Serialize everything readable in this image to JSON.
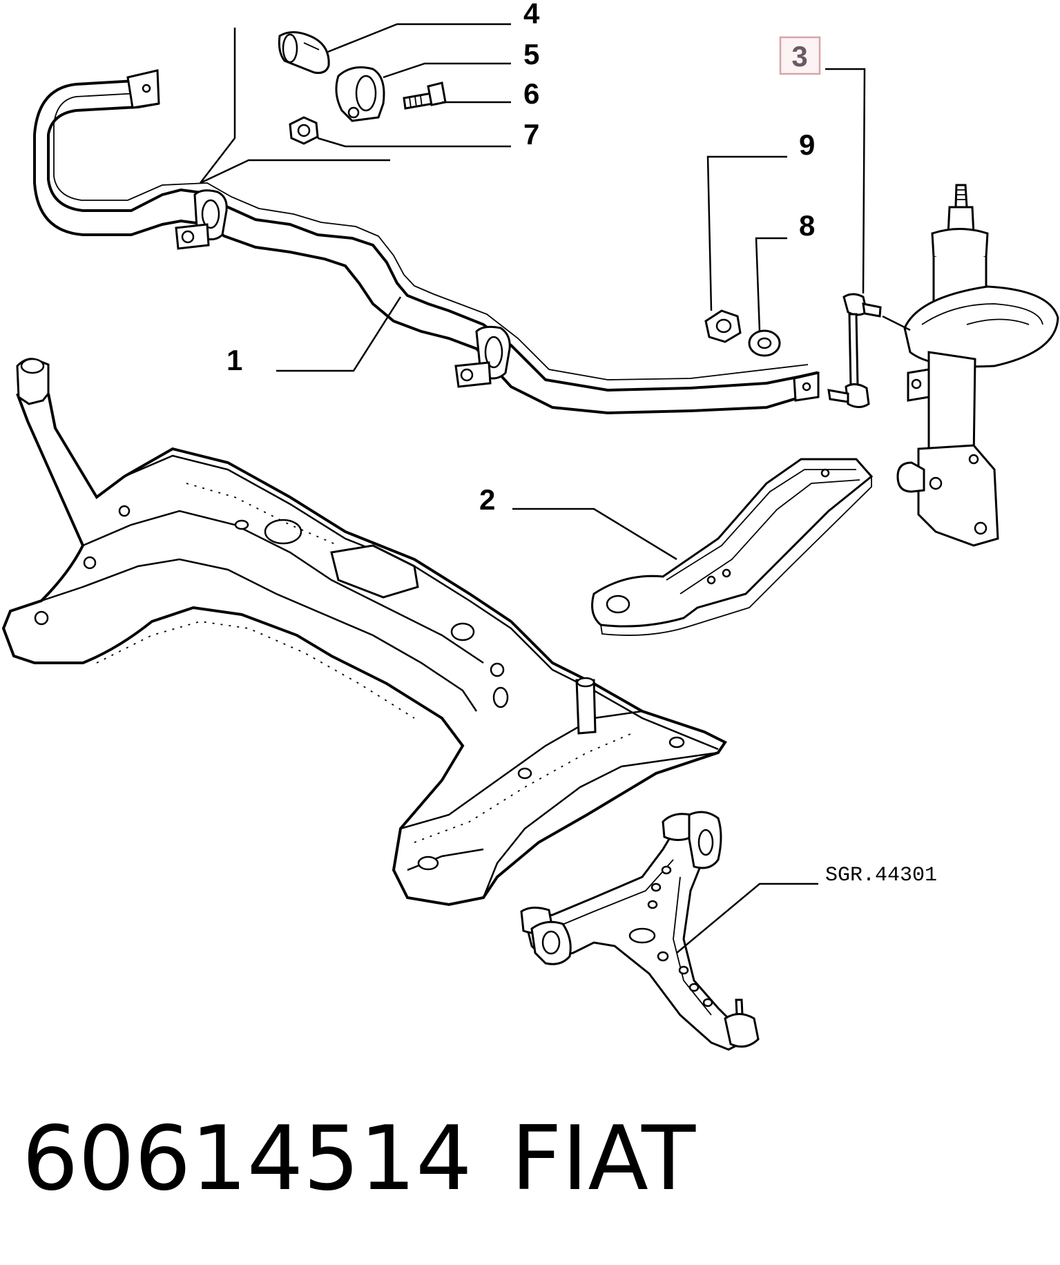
{
  "diagram": {
    "callouts": {
      "c1": "1",
      "c2": "2",
      "c3": "3",
      "c4": "4",
      "c5": "5",
      "c6": "6",
      "c7": "7",
      "c8": "8",
      "c9": "9"
    },
    "reference_code": "SGR.44301",
    "highlight_color": "#d9a3ab"
  },
  "footer": {
    "part_number": "60614514",
    "brand": "FIAT"
  }
}
